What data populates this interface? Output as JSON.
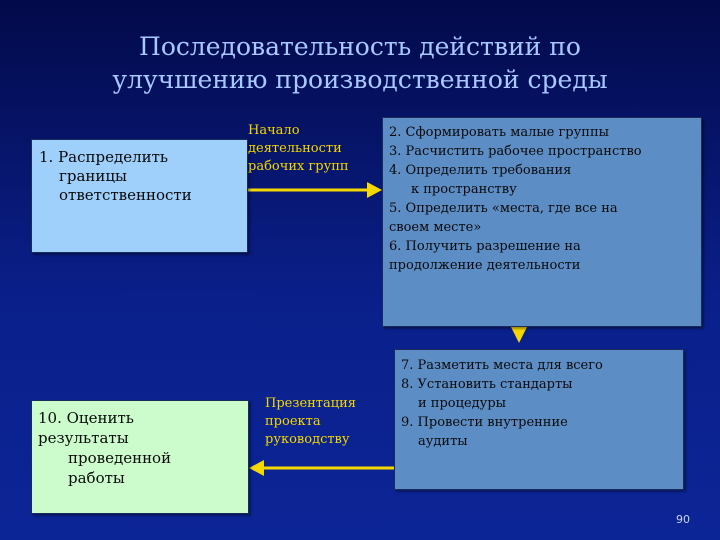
{
  "title": {
    "line1": "Последовательность действий по",
    "line2": "улучшению производственной среды"
  },
  "box1": {
    "line1": "1. Распределить",
    "line2": "границы",
    "line3": "ответственности"
  },
  "box2": {
    "lines": [
      "2. Сформировать малые группы",
      "3. Расчистить рабочее пространство",
      "4. Определить требования",
      "к пространству",
      "5. Определить «места, где все на",
      "своем месте»",
      "6. Получить разрешение на",
      "продолжение  деятельности"
    ]
  },
  "box3": {
    "lines": [
      "7. Разметить места для всего",
      "8. Установить стандарты",
      "и процедуры",
      "9. Провести внутренние",
      "аудиты"
    ]
  },
  "box4": {
    "lines": [
      "10. Оценить",
      "результаты",
      "проведенной",
      "работы"
    ]
  },
  "arrow_start_label": {
    "line1": "Начало",
    "line2": "деятельности",
    "line3": "рабочих групп"
  },
  "arrow_presentation_label": {
    "line1": "Презентация",
    "line2": "проекта",
    "line3": "руководству"
  },
  "page_number": "90",
  "colors": {
    "title": "#a9c8ff",
    "arrow": "#f5d800",
    "box1_fill": "#9fcffb",
    "box_steps_fill": "#5d8dc5",
    "box_final_fill": "#ccfccc"
  }
}
